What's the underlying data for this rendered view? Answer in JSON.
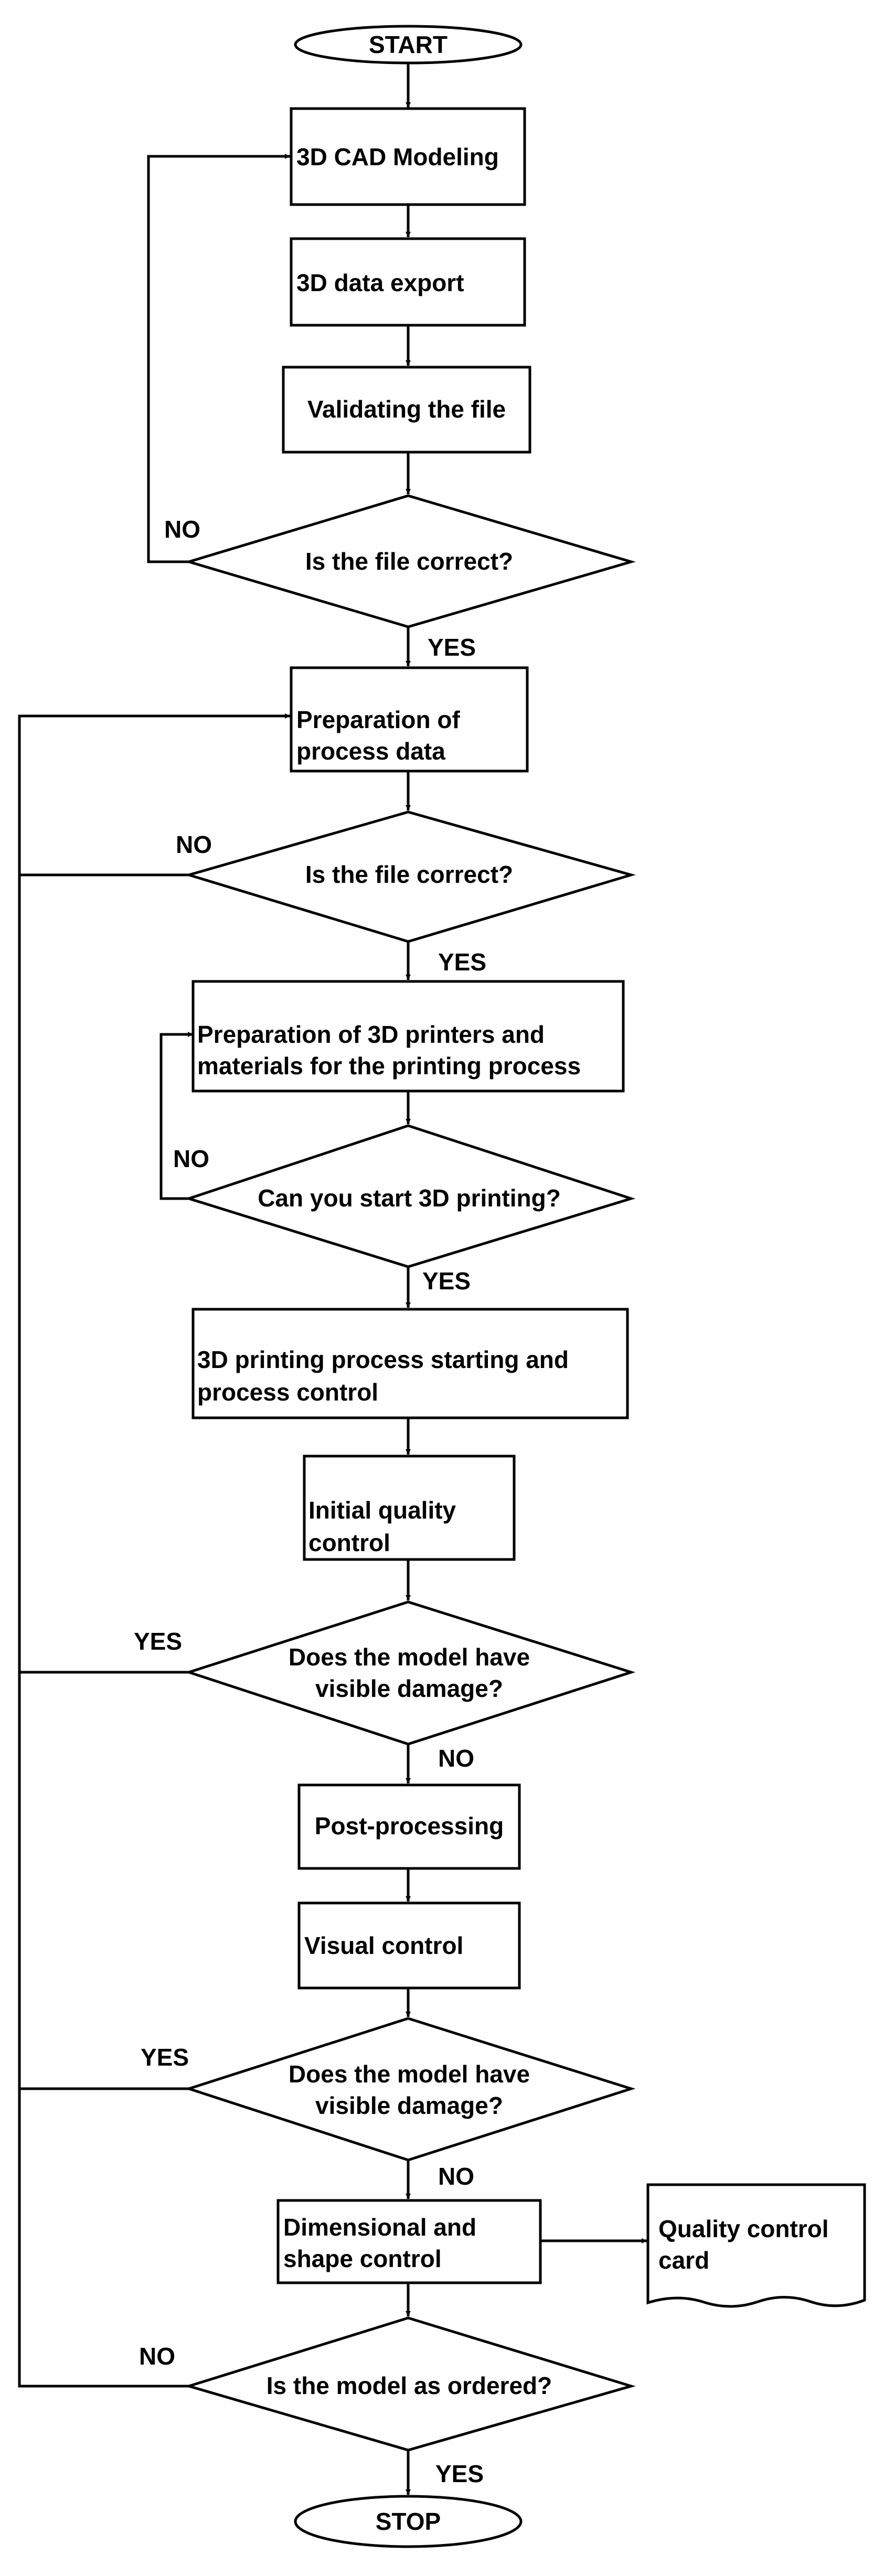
{
  "flowchart": {
    "start": "START",
    "stop": "STOP",
    "steps": {
      "cad_modeling": "3D CAD Modeling",
      "data_export": "3D data export",
      "validating": "Validating the file",
      "prep_process_l1": "Preparation of",
      "prep_process_l2": "process data",
      "prep_printers_l1": "Preparation of 3D printers and",
      "prep_printers_l2": "materials for the printing process",
      "printing_l1": "3D printing process starting and",
      "printing_l2": "process control",
      "initial_qc_l1": "Initial quality",
      "initial_qc_l2": "control",
      "post_processing": "Post-processing",
      "visual_control": "Visual control",
      "dimensional_l1": "Dimensional and",
      "dimensional_l2": "shape control"
    },
    "decisions": {
      "file_correct_1": "Is the file correct?",
      "file_correct_2": "Is the file correct?",
      "can_start": "Can you start 3D printing?",
      "damage_1_l1": "Does the model have",
      "damage_1_l2": "visible damage?",
      "damage_2_l1": "Does the model have",
      "damage_2_l2": "visible damage?",
      "as_ordered": "Is the model as ordered?"
    },
    "document": {
      "line1": "Quality control",
      "line2": "card"
    },
    "branch_labels": {
      "no_1": "NO",
      "yes_1": "YES",
      "no_2": "NO",
      "yes_2": "YES",
      "no_3": "NO",
      "yes_3": "YES",
      "yes_4": "YES",
      "no_4": "NO",
      "yes_5": "YES",
      "no_5": "NO",
      "no_6": "NO",
      "yes_6": "YES"
    }
  }
}
